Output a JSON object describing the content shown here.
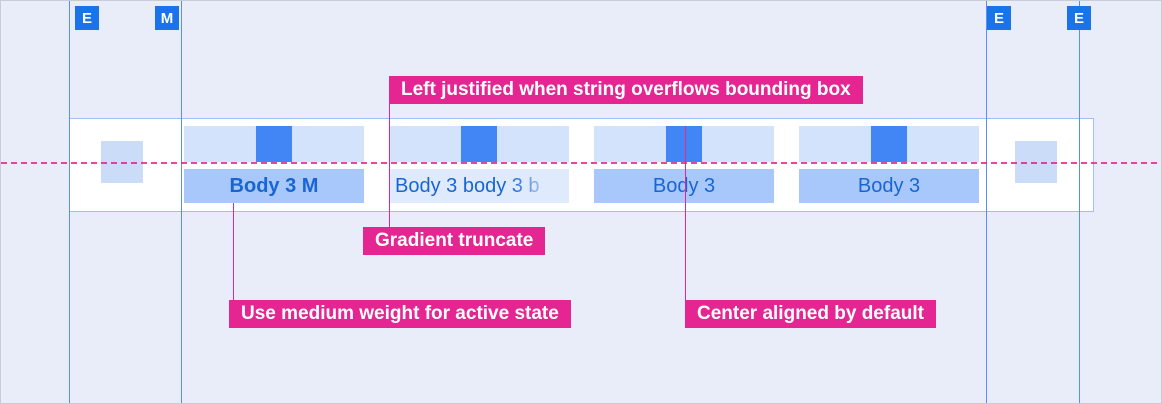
{
  "markers": [
    {
      "label": "E"
    },
    {
      "label": "M"
    },
    {
      "label": "E"
    },
    {
      "label": "E"
    }
  ],
  "tab_bar": {
    "tabs": [
      {
        "label": "Body 3 M",
        "state": "active-medium-weight"
      },
      {
        "label": "Body 3 body 3 b",
        "state": "overflow-gradient-truncated"
      },
      {
        "label": "Body 3",
        "state": "default"
      },
      {
        "label": "Body 3",
        "state": "default"
      }
    ]
  },
  "annotations": {
    "left_justified": "Left justified when string overflows bounding box",
    "gradient_truncate": "Gradient truncate",
    "medium_weight": "Use medium weight for active state",
    "center_aligned": "Center aligned by default"
  },
  "colors": {
    "background": "#E9EDF9",
    "guide-line": "#5B8FEF",
    "marker-bg": "#1A73E8",
    "band-border": "#9FC0F5",
    "icon-strip": "#D3E3FC",
    "icon-square": "#4285F4",
    "label-highlight": "#A8C7FA",
    "label-light": "#DFEAFD",
    "tab-text": "#1966D2",
    "annotation-pink": "#E52592",
    "edge-icon": "#CADCF8"
  }
}
